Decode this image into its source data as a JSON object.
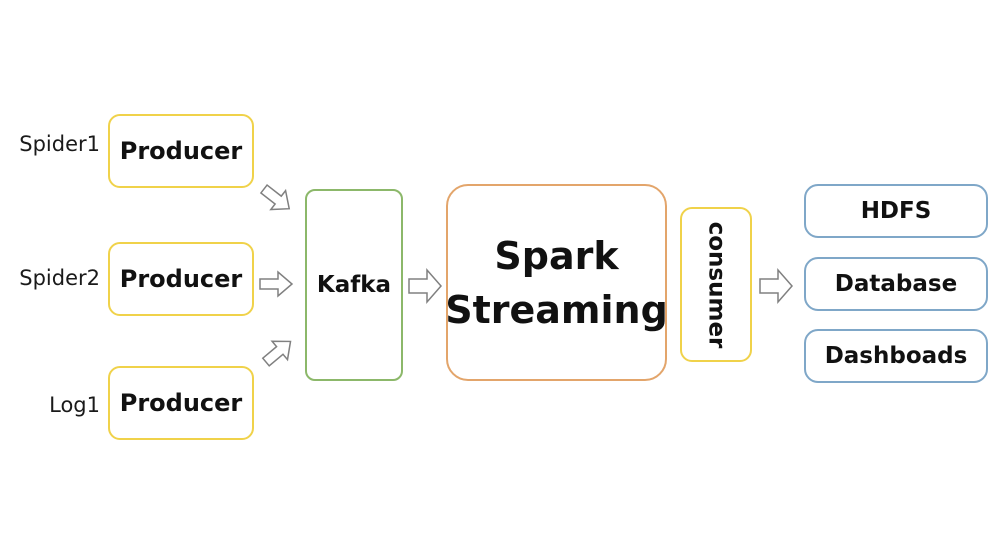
{
  "colors": {
    "producer_border": "#f0d24a",
    "kafka_border": "#8cb86a",
    "spark_border": "#e3a56b",
    "consumer_border": "#f0d24a",
    "output_border": "#7fa7c8",
    "arrow_stroke": "#808080"
  },
  "sources": [
    {
      "label": "Spider1",
      "producer": "Producer"
    },
    {
      "label": "Spider2",
      "producer": "Producer"
    },
    {
      "label": "Log1",
      "producer": "Producer"
    }
  ],
  "kafka": {
    "label": "Kafka"
  },
  "spark": {
    "line1": "Spark",
    "line2": "Streaming"
  },
  "consumer": {
    "label": "consumer"
  },
  "outputs": [
    {
      "label": "HDFS"
    },
    {
      "label": "Database"
    },
    {
      "label": "Dashboads"
    }
  ]
}
